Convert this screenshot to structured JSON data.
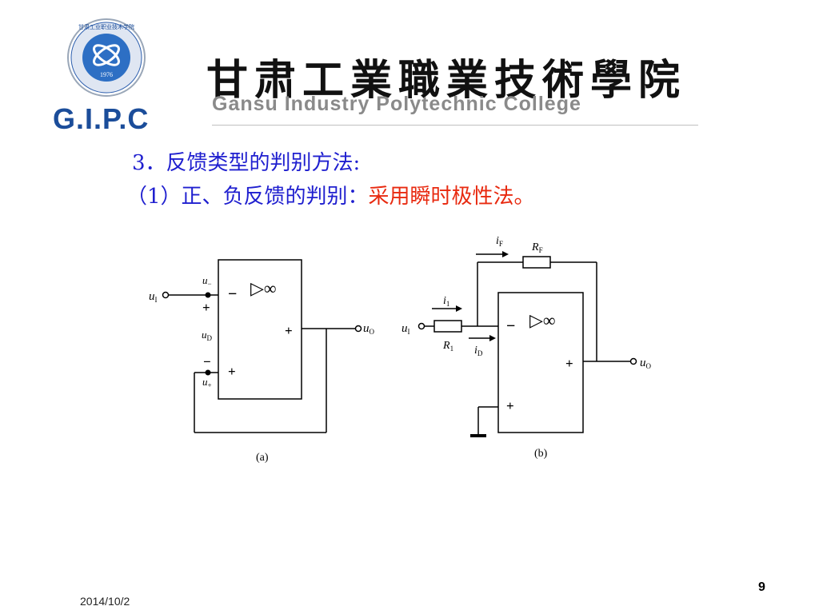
{
  "header": {
    "logo_text": "G.I.P.C",
    "seal_year": "1976",
    "seal_ring_text": "甘肃工业职业技术学院",
    "college_name_cn": "甘肃工業職業技術學院",
    "college_name_en": "Gansu Industry Polytechnic College"
  },
  "content": {
    "heading": "3．反馈类型的判别方法:",
    "subheading_prefix": "（1）正、负反馈的判别：",
    "subheading_method": "采用瞬时极性法。"
  },
  "circuit_a": {
    "caption": "(a)",
    "input_label": "u",
    "input_sub": "I",
    "output_label": "u",
    "output_sub": "O",
    "u_minus_label": "u",
    "u_minus_sub": "−",
    "u_plus_label": "u",
    "u_plus_sub": "+",
    "ud_label": "u",
    "ud_sub": "D",
    "opamp_symbol": "▷∞",
    "inv_sign": "−",
    "noninv_sign": "+",
    "out_sign": "+",
    "pol_plus": "+",
    "pol_minus": "−"
  },
  "circuit_b": {
    "caption": "(b)",
    "input_label": "u",
    "input_sub": "I",
    "output_label": "u",
    "output_sub": "O",
    "if_label": "i",
    "if_sub": "F",
    "rf_label": "R",
    "rf_sub": "F",
    "i1_label": "i",
    "i1_sub": "1",
    "r1_label": "R",
    "r1_sub": "1",
    "id_label": "i",
    "id_sub": "D",
    "opamp_symbol": "▷∞",
    "inv_sign": "−",
    "noninv_sign": "+",
    "out_sign": "+"
  },
  "footer": {
    "date": "2014/10/2",
    "page_number": "9"
  },
  "colors": {
    "brand_blue": "#1b4d9a",
    "text_blue": "#1f1fcf",
    "highlight_red": "#e82a10"
  }
}
